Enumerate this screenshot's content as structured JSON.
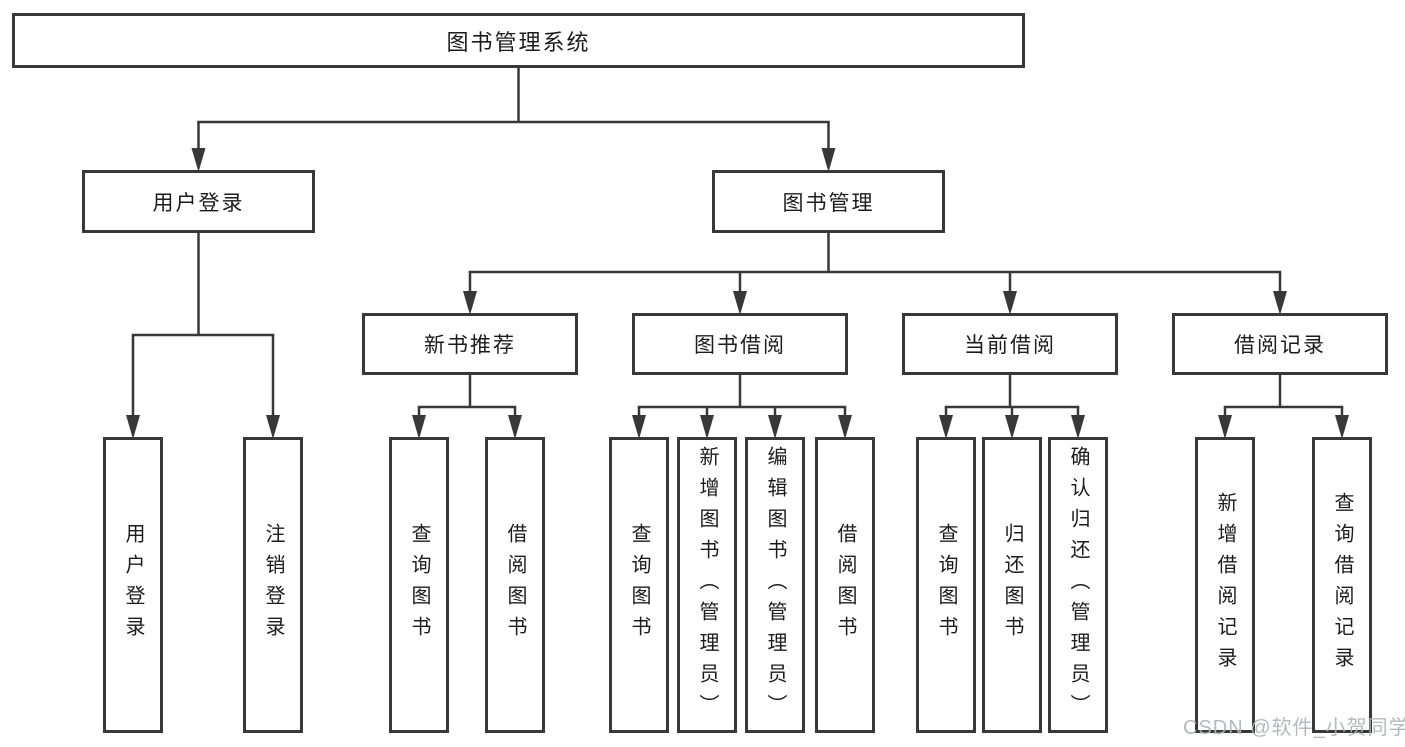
{
  "diagram": {
    "watermark": "CSDN @软件_小贺同学",
    "colors": {
      "line": "#383838",
      "border": "#383838",
      "text": "#1c1c1c",
      "watermark": "#afb3ba",
      "background": "#ffffff"
    },
    "nodes": [
      {
        "id": "root",
        "label": "图书管理系统",
        "orientation": "horizontal",
        "level": 1
      },
      {
        "id": "user-login",
        "label": "用户登录",
        "orientation": "horizontal",
        "level": 2
      },
      {
        "id": "book-management",
        "label": "图书管理",
        "orientation": "horizontal",
        "level": 2
      },
      {
        "id": "new-book-recommend",
        "label": "新书推荐",
        "orientation": "horizontal",
        "level": 3
      },
      {
        "id": "book-borrowing",
        "label": "图书借阅",
        "orientation": "horizontal",
        "level": 3
      },
      {
        "id": "current-borrowing",
        "label": "当前借阅",
        "orientation": "horizontal",
        "level": 3
      },
      {
        "id": "borrowing-records",
        "label": "借阅记录",
        "orientation": "horizontal",
        "level": 3
      },
      {
        "id": "login-action",
        "label": "用户登录",
        "orientation": "vertical",
        "level": 4
      },
      {
        "id": "logout-action",
        "label": "注销登录",
        "orientation": "vertical",
        "level": 4
      },
      {
        "id": "query-books-recommend",
        "label": "查询图书",
        "orientation": "vertical",
        "level": 4
      },
      {
        "id": "borrow-books-recommend",
        "label": "借阅图书",
        "orientation": "vertical",
        "level": 4
      },
      {
        "id": "query-books-borrowing",
        "label": "查询图书",
        "orientation": "vertical",
        "level": 4
      },
      {
        "id": "add-book-admin",
        "label": "新增图书（管理员）",
        "orientation": "vertical",
        "level": 4
      },
      {
        "id": "edit-book-admin",
        "label": "编辑图书（管理员）",
        "orientation": "vertical",
        "level": 4
      },
      {
        "id": "borrow-books-borrowing",
        "label": "借阅图书",
        "orientation": "vertical",
        "level": 4
      },
      {
        "id": "query-books-current",
        "label": "查询图书",
        "orientation": "vertical",
        "level": 4
      },
      {
        "id": "return-book",
        "label": "归还图书",
        "orientation": "vertical",
        "level": 4
      },
      {
        "id": "confirm-return-admin",
        "label": "确认归还（管理员）",
        "orientation": "vertical",
        "level": 4
      },
      {
        "id": "add-borrow-record",
        "label": "新增借阅记录",
        "orientation": "vertical",
        "level": 4
      },
      {
        "id": "query-borrow-record",
        "label": "查询借阅记录",
        "orientation": "vertical",
        "level": 4
      }
    ],
    "edges": [
      [
        "root",
        "user-login"
      ],
      [
        "root",
        "book-management"
      ],
      [
        "user-login",
        "login-action"
      ],
      [
        "user-login",
        "logout-action"
      ],
      [
        "book-management",
        "new-book-recommend"
      ],
      [
        "book-management",
        "book-borrowing"
      ],
      [
        "book-management",
        "current-borrowing"
      ],
      [
        "book-management",
        "borrowing-records"
      ],
      [
        "new-book-recommend",
        "query-books-recommend"
      ],
      [
        "new-book-recommend",
        "borrow-books-recommend"
      ],
      [
        "book-borrowing",
        "query-books-borrowing"
      ],
      [
        "book-borrowing",
        "add-book-admin"
      ],
      [
        "book-borrowing",
        "edit-book-admin"
      ],
      [
        "book-borrowing",
        "borrow-books-borrowing"
      ],
      [
        "current-borrowing",
        "query-books-current"
      ],
      [
        "current-borrowing",
        "return-book"
      ],
      [
        "current-borrowing",
        "confirm-return-admin"
      ],
      [
        "borrowing-records",
        "add-borrow-record"
      ],
      [
        "borrowing-records",
        "query-borrow-record"
      ]
    ]
  }
}
